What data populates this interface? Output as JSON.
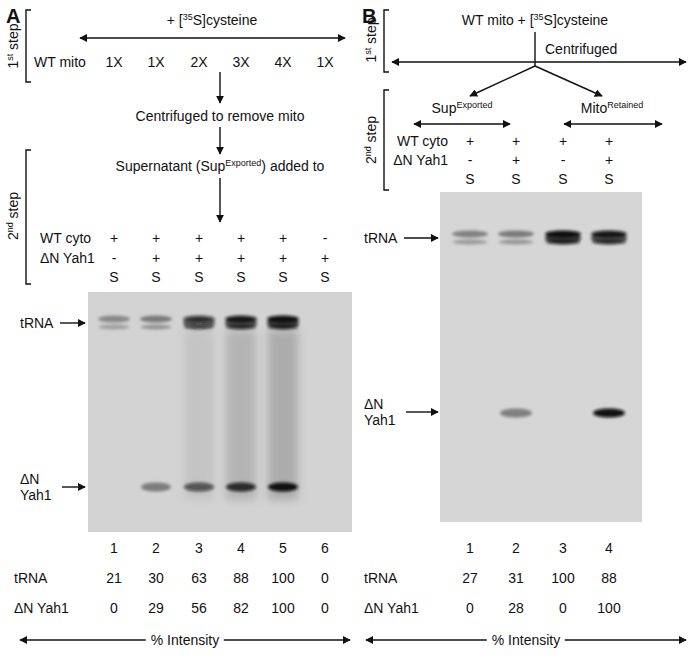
{
  "diagram": {
    "labels": [
      "A",
      "1st step",
      "+ [35S]cysteine",
      "WT mito",
      "1X",
      "1X",
      "2X",
      "3X",
      "4X",
      "1X",
      "Centrifuged to remove mito",
      "Supernatant (SupExported) added to",
      "2nd step",
      "WT cyto",
      "+",
      "+",
      "+",
      "+",
      "+",
      "-",
      "ΔN Yah1",
      "-",
      "+",
      "+",
      "+",
      "+",
      "+",
      "S",
      "S",
      "S",
      "S",
      "S",
      "S",
      "tRNA",
      "ΔN Yah1",
      "1",
      "2",
      "3",
      "4",
      "5",
      "6",
      "tRNA",
      "21",
      "30",
      "63",
      "88",
      "100",
      "0",
      "ΔN Yah1",
      "0",
      "29",
      "56",
      "82",
      "100",
      "0",
      "% Intensity",
      "B",
      "1st step",
      "WT mito + [35S]cysteine",
      "Centrifuged",
      "SupExported",
      "MitoRetained",
      "2nd step",
      "WT cyto",
      "+",
      "+",
      "+",
      "+",
      "ΔN Yah1",
      "-",
      "+",
      "-",
      "+",
      "S",
      "S",
      "S",
      "S",
      "tRNA",
      "ΔN Yah1",
      "1",
      "2",
      "3",
      "4",
      "tRNA",
      "27",
      "31",
      "100",
      "88",
      "ΔN Yah1",
      "0",
      "28",
      "0",
      "100",
      "% Intensity"
    ]
  }
}
